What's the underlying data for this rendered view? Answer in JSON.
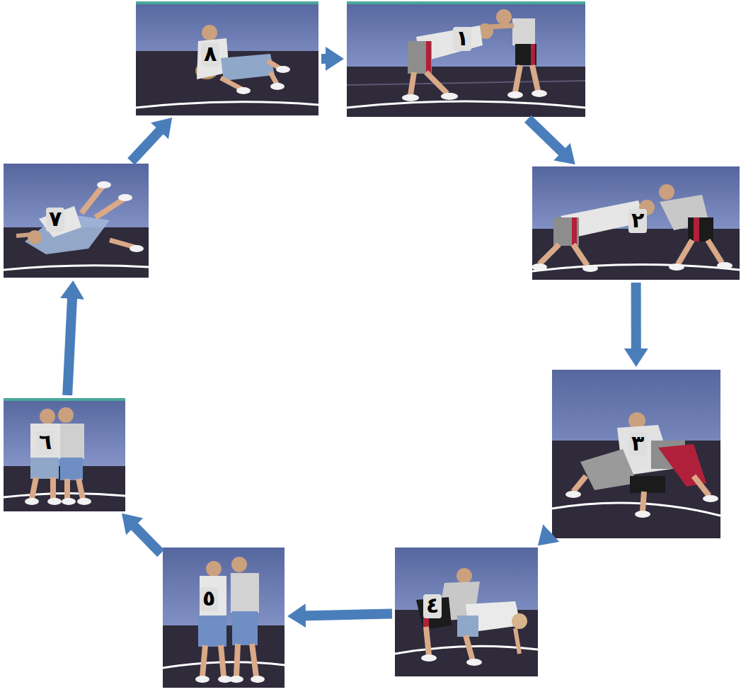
{
  "diagram": {
    "nodes": [
      {
        "text": [
          "١"
        ]
      },
      {
        "text": [
          "٢"
        ]
      },
      {
        "text": [
          "٣"
        ]
      },
      {
        "text": [
          "٤"
        ]
      },
      {
        "text": [
          "٥"
        ]
      },
      {
        "text": [
          "٦"
        ]
      },
      {
        "text": [
          "٧"
        ]
      },
      {
        "text": [
          "٨"
        ]
      }
    ],
    "edges": [
      {
        "from": 0,
        "to": 1,
        "arrow": "to"
      },
      {
        "from": 1,
        "to": 2,
        "arrow": "to"
      },
      {
        "from": 2,
        "to": 3,
        "arrow": "to"
      },
      {
        "from": 3,
        "to": 4,
        "arrow": "to"
      },
      {
        "from": 4,
        "to": 5,
        "arrow": "to"
      },
      {
        "from": 5,
        "to": 6,
        "arrow": "to"
      },
      {
        "from": 6,
        "to": 7,
        "arrow": "to"
      },
      {
        "from": 7,
        "to": 0,
        "arrow": "to"
      }
    ]
  }
}
